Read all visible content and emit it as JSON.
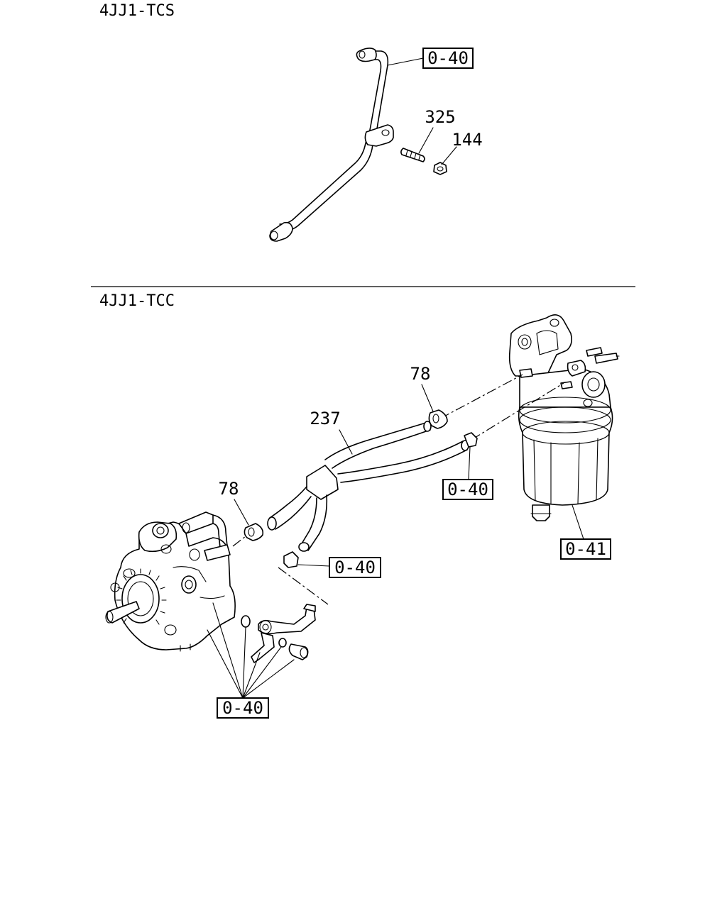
{
  "sections": [
    {
      "title": "4JJ1-TCS"
    },
    {
      "title": "4JJ1-TCC"
    }
  ],
  "callouts": {
    "tcs_pipe_ref": "0-40",
    "stud": "325",
    "nut": "144",
    "hose": "237",
    "clip_upper": "78",
    "clip_left": "78",
    "clip_ref": "0-40",
    "pump_fitting_ref": "0-40",
    "filter_ref": "0-41",
    "pump_parts_ref": "0-40"
  }
}
